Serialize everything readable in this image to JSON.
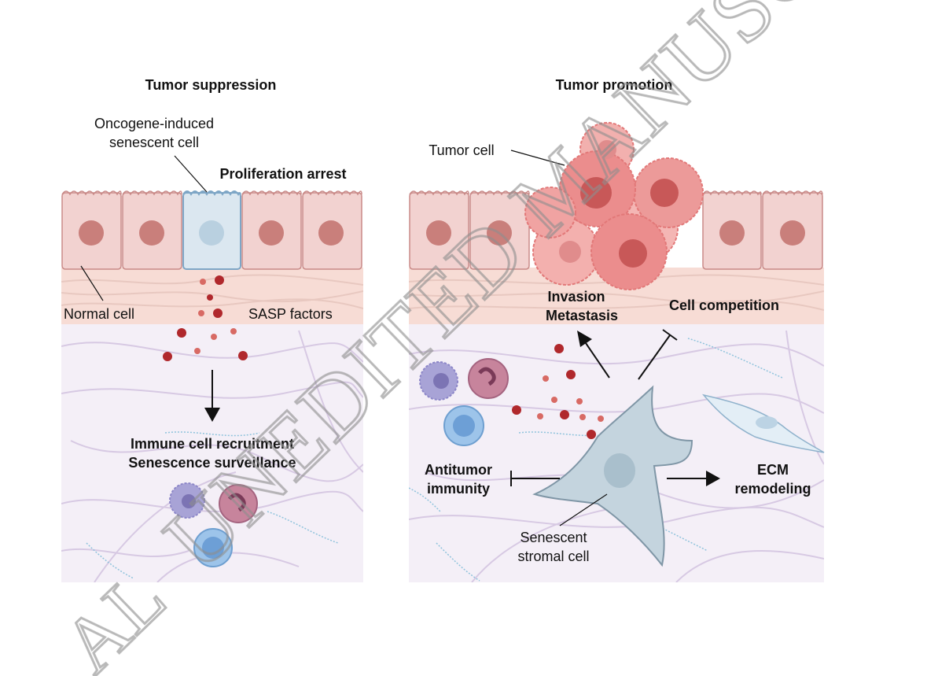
{
  "left_panel": {
    "title": "Tumor suppression",
    "oncogene_line1": "Oncogene-induced",
    "oncogene_line2": "senescent cell",
    "proliferation_arrest": "Proliferation arrest",
    "normal_cell": "Normal cell",
    "sasp_factors": "SASP factors",
    "immune_line1": "Immune cell recruitment",
    "immune_line2": "Senescence surveillance"
  },
  "right_panel": {
    "title": "Tumor promotion",
    "tumor_cell": "Tumor cell",
    "invasion": "Invasion",
    "metastasis": "Metastasis",
    "cell_competition": "Cell competition",
    "antitumor_line1": "Antitumor",
    "antitumor_line2": "immunity",
    "ecm_line1": "ECM",
    "ecm_line2": "remodeling",
    "stromal_line1": "Senescent",
    "stromal_line2": "stromal cell"
  },
  "watermark": "UNEDITED MANUSCRIPT",
  "watermark_fragment": "AL",
  "colors": {
    "epithelium": "#f2d2d0",
    "epithelium_border": "#c98a88",
    "nucleus": "#c97f7b",
    "senescent_cell": "#dbe7f0",
    "senescent_border": "#7ea6c6",
    "basement": "#f7ddd6",
    "stroma": "#f3eef6",
    "fiber": "#d9cce4",
    "sasp": "#b0282c",
    "tumor": "#eb8d8d",
    "stromal_cell": "#c4d4de",
    "watermark": "#8f8f8f"
  }
}
